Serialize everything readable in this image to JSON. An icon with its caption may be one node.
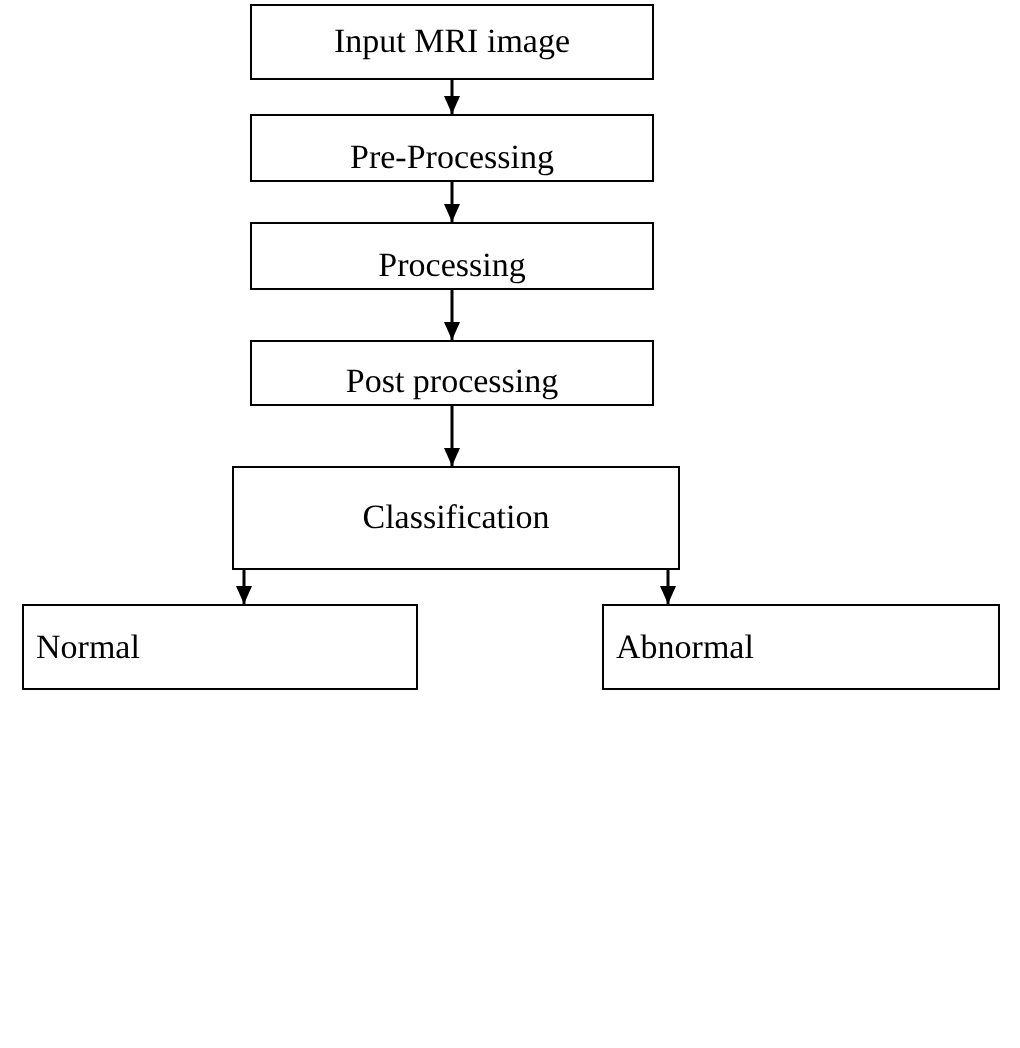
{
  "diagram": {
    "nodes": [
      {
        "text": [
          "Input MRI image"
        ]
      },
      {
        "text": [
          "Pre-Processing"
        ]
      },
      {
        "text": [
          "Processing"
        ]
      },
      {
        "text": [
          "Post processing"
        ]
      },
      {
        "text": [
          "Classification"
        ]
      },
      {
        "text": [
          "Normal"
        ]
      },
      {
        "text": [
          "Abnormal"
        ]
      }
    ],
    "edges": [
      {
        "from": 0,
        "to": 1,
        "arrow": "to"
      },
      {
        "from": 1,
        "to": 2,
        "arrow": "to"
      },
      {
        "from": 2,
        "to": 3,
        "arrow": "to"
      },
      {
        "from": 3,
        "to": 4,
        "arrow": "to"
      },
      {
        "from": 4,
        "to": 5,
        "arrow": "to"
      },
      {
        "from": 4,
        "to": 6,
        "arrow": "to"
      }
    ]
  }
}
